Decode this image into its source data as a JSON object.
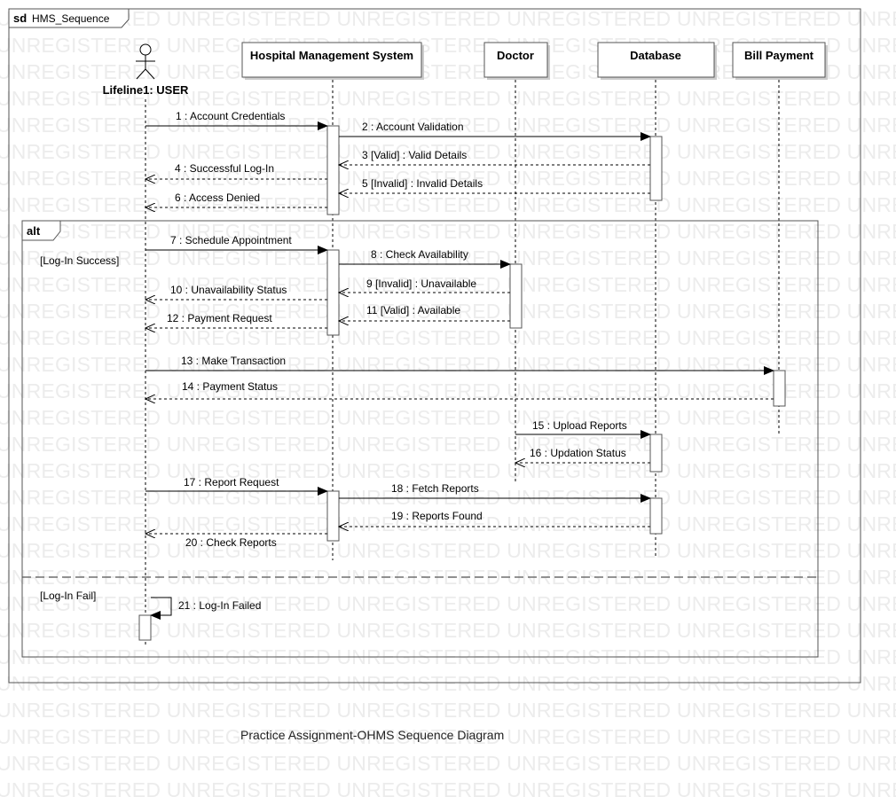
{
  "frame": {
    "tag": "sd",
    "name": "HMS_Sequence"
  },
  "actor": {
    "label": "Lifeline1: USER"
  },
  "lifelines": [
    {
      "id": "hms",
      "label": "Hospital Management System"
    },
    {
      "id": "doctor",
      "label": "Doctor"
    },
    {
      "id": "database",
      "label": "Database"
    },
    {
      "id": "bill",
      "label": "Bill Payment"
    }
  ],
  "messages": [
    "1 : Account Credentials",
    "2 : Account Validation",
    "3 [Valid] : Valid Details",
    "4 : Successful Log-In",
    "5 [Invalid] : Invalid Details",
    "6 : Access Denied",
    "7 : Schedule Appointment",
    "8 : Check Availability",
    "9 [Invalid] : Unavailable",
    "10 : Unavailability Status",
    "11 [Valid] : Available",
    "12 : Payment Request",
    "13 : Make Transaction",
    "14 : Payment Status",
    "15 : Upload Reports",
    "16 : Updation Status",
    "17 : Report Request",
    "18 : Fetch Reports",
    "19 : Reports Found",
    "20 : Check Reports",
    "21 : Log-In Failed"
  ],
  "fragment": {
    "operator": "alt",
    "guard_1": "[Log-In Success]",
    "guard_2": "[Log-In Fail]"
  },
  "caption": "Practice Assignment-OHMS Sequence Diagram",
  "watermark": "UNREGISTERED"
}
